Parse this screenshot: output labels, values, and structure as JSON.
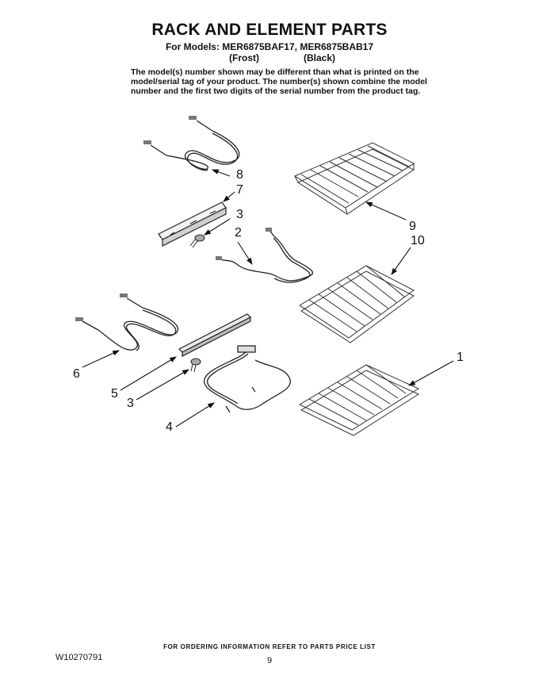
{
  "header": {
    "title": "RACK AND ELEMENT PARTS",
    "models_line": "For Models: MER6875BAF17, MER6875BAB17",
    "variant_1": "(Frost)",
    "variant_2": "(Black)"
  },
  "note": {
    "line_1": "The model(s) number shown may be different than what is printed on the",
    "line_2": "model/serial tag of your product. The number(s) shown combine the model",
    "line_3": "number and the first two digits of the serial number from the product tag."
  },
  "callouts": {
    "c1": "1",
    "c2": "2",
    "c3a": "3",
    "c3b": "3",
    "c4": "4",
    "c5": "5",
    "c6": "6",
    "c7": "7",
    "c8": "8",
    "c9": "9",
    "c10": "10"
  },
  "footer": {
    "ordering_note": "FOR ORDERING INFORMATION REFER TO PARTS PRICE LIST",
    "document_number": "W10270791",
    "page_number": "9"
  }
}
